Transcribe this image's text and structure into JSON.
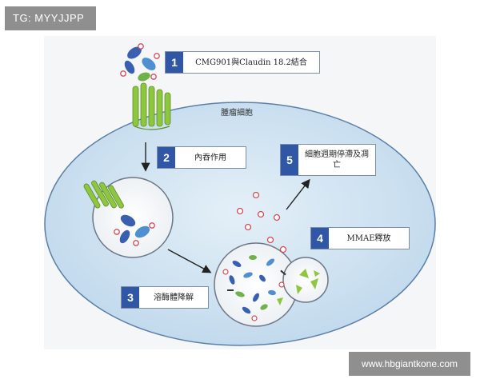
{
  "watermark_left": "TG: MYYJJPP",
  "watermark_right": "www.hbgiantkone.com",
  "cell_label": "腫瘤細胞",
  "steps": [
    {
      "num": "1",
      "label": "CMG901與Claudin 18.2結合"
    },
    {
      "num": "2",
      "label": "內吞作用"
    },
    {
      "num": "3",
      "label": "溶酶體降解"
    },
    {
      "num": "4",
      "label": "MMAE釋放"
    },
    {
      "num": "5",
      "label": "細胞週期停滯及凋亡"
    }
  ],
  "colors": {
    "cell_fill": "#cfe3f1",
    "cell_stroke": "#5a7fa8",
    "receptor_green": "#8ec63f",
    "antibody_blue": "#3a5fb0",
    "payload_red": "#d24a5a",
    "step_blue": "#2f57a6"
  }
}
